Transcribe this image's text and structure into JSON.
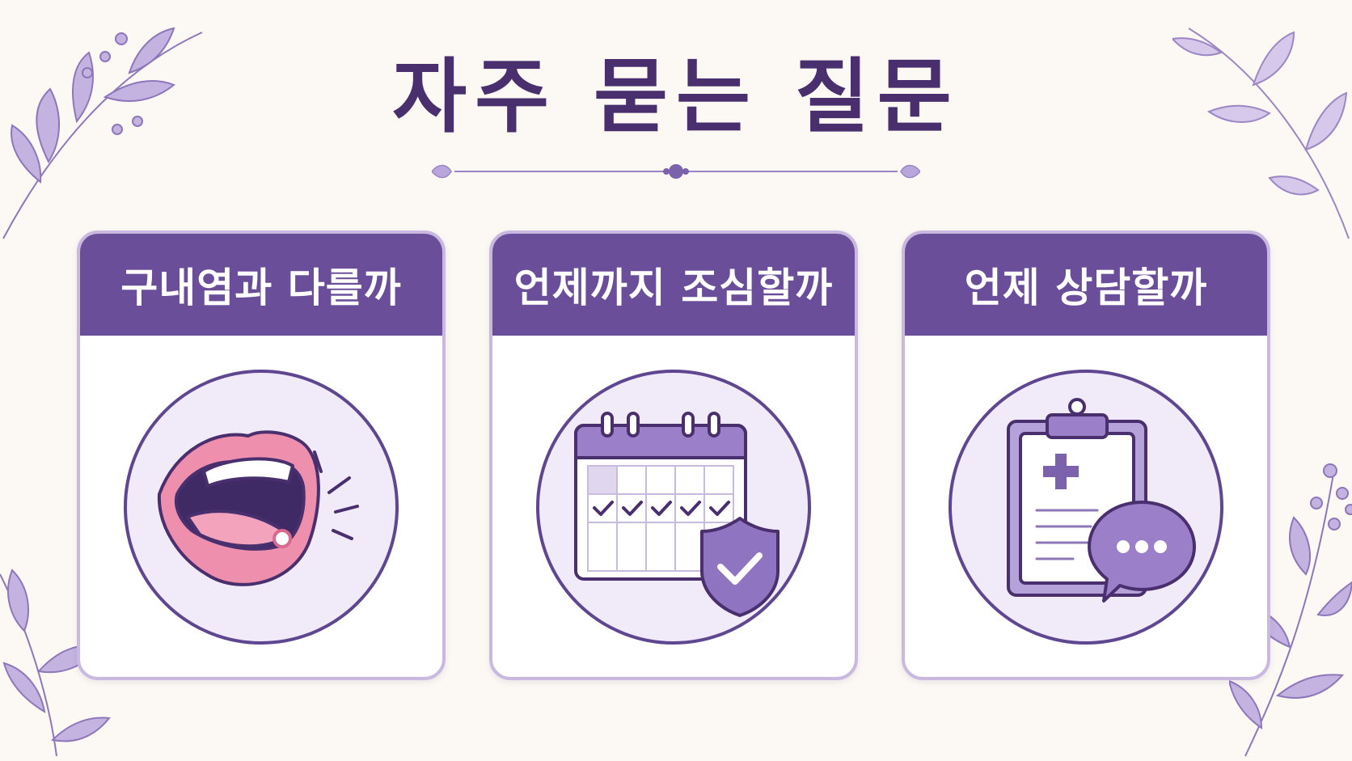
{
  "title": "자주 묻는 질문",
  "cards": [
    {
      "label": "구내염과 다를까",
      "icon": "mouth-ulcer-icon"
    },
    {
      "label": "언제까지 조심할까",
      "icon": "calendar-shield-icon"
    },
    {
      "label": "언제 상담할까",
      "icon": "clipboard-chat-icon"
    }
  ],
  "colors": {
    "primary": "#6a4e9a",
    "title": "#4a2f6e",
    "circle_bg": "#f1eaf8",
    "card_border": "#c9b9e0",
    "background": "#fcf9f4",
    "lip": "#ef8fae",
    "accent": "#9b80c9"
  }
}
